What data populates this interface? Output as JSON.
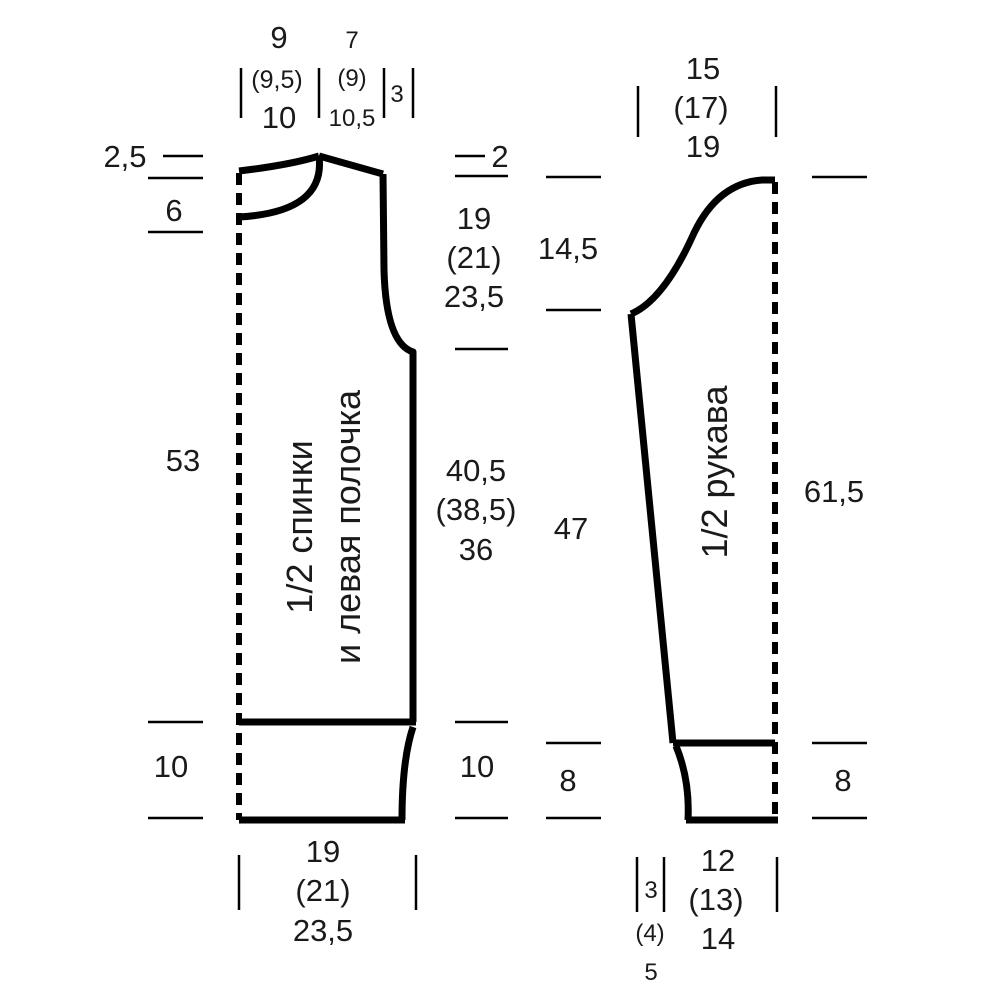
{
  "body_piece": {
    "title_line1": "1/2 спинки",
    "title_line2": "и левая полочка",
    "shoulder_width": [
      "9",
      "(9,5)",
      "10"
    ],
    "neck_width": [
      "7",
      "(9)",
      "10,5"
    ],
    "neck_offset": "3",
    "shoulder_drop": "2,5",
    "neck_depth": "6",
    "shoulder_slope": "2",
    "armhole_height": [
      "19",
      "(21)",
      "23,5"
    ],
    "total_length": "53",
    "side_length": [
      "40,5",
      "(38,5)",
      "36"
    ],
    "ribbing_left": "10",
    "ribbing_right": "10",
    "bottom_width": [
      "19",
      "(21)",
      "23,5"
    ]
  },
  "sleeve_piece": {
    "title": "1/2 рукава",
    "top_width": [
      "15",
      "(17)",
      "19"
    ],
    "cap_height": "14,5",
    "body_length": "47",
    "total_length": "61,5",
    "cuff_left": "8",
    "cuff_right": "8",
    "cuff_width": [
      "12",
      "(13)",
      "14"
    ],
    "cuff_offset": [
      "3",
      "(4)",
      "5"
    ]
  }
}
